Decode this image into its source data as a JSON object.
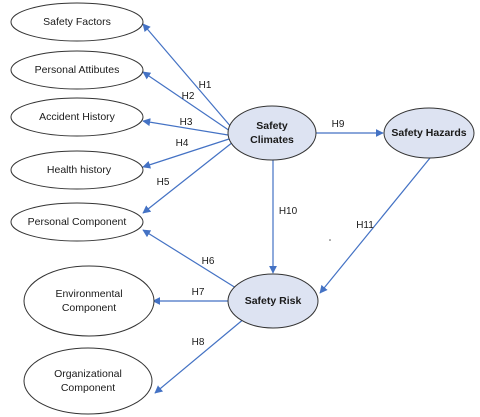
{
  "nodes": {
    "safety_factors": "Safety Factors",
    "personal_attibutes": "Personal Attibutes",
    "accident_history": "Accident History",
    "health_history": "Health history",
    "personal_component": "Personal Component",
    "environmental_component": "Environmental\nComponent",
    "organizational_component": "Organizational\nComponent",
    "safety_climates": "Safety\nClimates",
    "safety_hazards": "Safety Hazards",
    "safety_risk": "Safety Risk"
  },
  "hypotheses": {
    "h1": "H1",
    "h2": "H2",
    "h3": "H3",
    "h4": "H4",
    "h5": "H5",
    "h6": "H6",
    "h7": "H7",
    "h8": "H8",
    "h9": "H9",
    "h10": "H10",
    "h11": "H11"
  },
  "colors": {
    "arrow": "#4472c4",
    "core_fill": "#dde3f2",
    "plain_fill": "#ffffff",
    "outline": "#333333"
  }
}
